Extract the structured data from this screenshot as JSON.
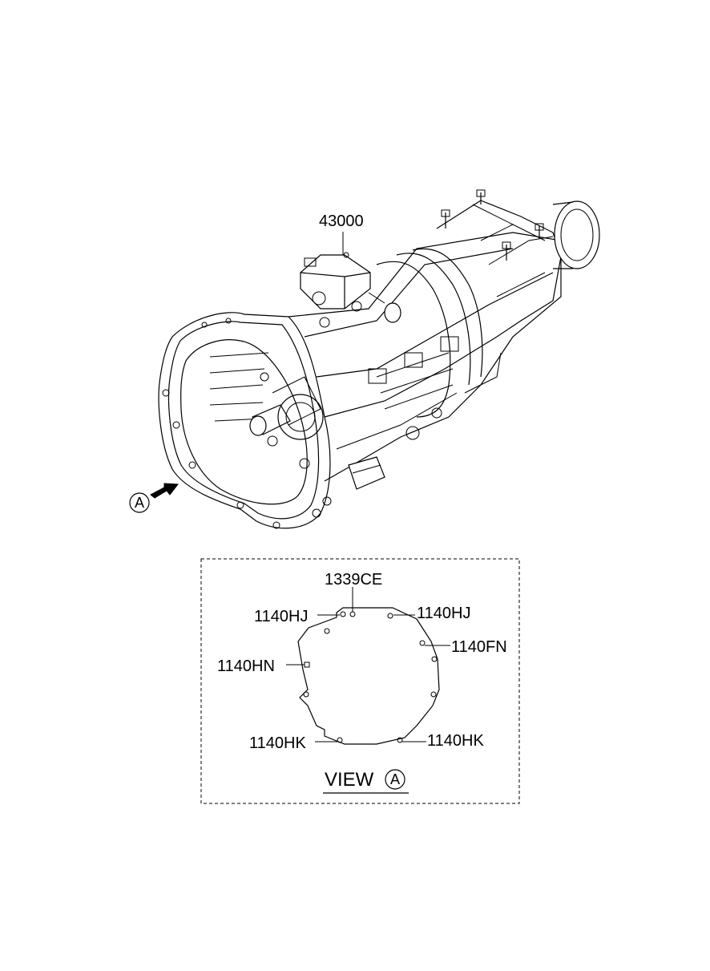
{
  "assembly": {
    "part_number": "43000",
    "view_marker": "A"
  },
  "view_panel": {
    "caption_word": "VIEW",
    "caption_marker": "A",
    "callouts": {
      "top": "1339CE",
      "top_left": "1140HJ",
      "top_right": "1140HJ",
      "right": "1140FN",
      "left": "1140HN",
      "bottom_left": "1140HK",
      "bottom_right": "1140HK"
    }
  },
  "icons": {
    "arrow": "view-direction-arrow-icon",
    "circle": "circle-letter-marker"
  }
}
